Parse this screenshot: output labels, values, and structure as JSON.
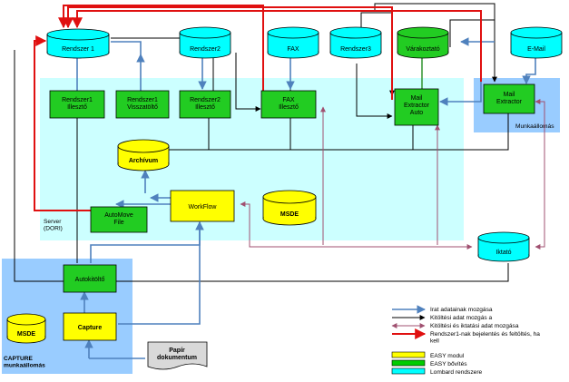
{
  "regions": {
    "server": "Server\n(DORI)",
    "workstation": "Munkaállomás",
    "capture": "CAPTURE\nmunkaállomás"
  },
  "databases": {
    "rendszer1": "Rendszer 1",
    "rendszer2": "Rendszer2",
    "fax": "FAX",
    "rendszer3": "Rendszer3",
    "varakoztato": "Várakoztató",
    "email": "E-Mail",
    "archivum": "Archívum",
    "msde_server": "MSDE",
    "iktato": "Iktató",
    "msde_capture": "MSDE"
  },
  "boxes": {
    "r1_illeszto": "Rendszer1\nIllesztő",
    "r1_visszatolto": "Rendszer1\nVisszatöltő",
    "r2_illeszto": "Rendszer2\nIllesztő",
    "fax_illeszto": "FAX\nIllesztő",
    "mail_extractor_auto": "Mail\nExtractor\nAuto",
    "mail_extractor": "Mail\nExtractor",
    "workflow": "WorkFlow",
    "automove": "AutoMove\nFile",
    "autokitolto": "Autokitöltő",
    "capture": "Capture"
  },
  "document": "Papír\ndokumentum",
  "legend": {
    "arrows": [
      {
        "label": "Irat adatainak mozgása",
        "color": "#4f81bd"
      },
      {
        "label": "Kitöltési adat mozgás a",
        "color": "#000000"
      },
      {
        "label": "Kitöltési és iktatási adat mozgása",
        "color": "#a05070"
      },
      {
        "label": "Rendszer1-nak bejelentés és feltöltés, ha\nkell",
        "color": "#e01010"
      }
    ],
    "swatches": [
      {
        "label": "EASY modul",
        "color": "#ffff00"
      },
      {
        "label": "EASY bővítés",
        "color": "#00cc00"
      },
      {
        "label": "Lombard rendszere",
        "color": "#00ffff"
      }
    ]
  },
  "colors": {
    "easy_module": "#ffff00",
    "easy_extension": "#22cc22",
    "lombard": "#00ffff",
    "server_region": "#ccffff",
    "workstation_region": "#99ccff",
    "blue_arrow": "#4f81bd",
    "red_arrow": "#e01010",
    "mauve_arrow": "#a05070"
  }
}
